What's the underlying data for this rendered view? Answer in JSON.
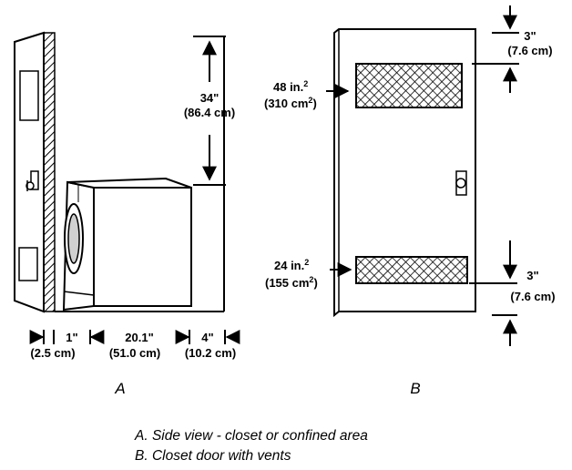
{
  "figure_a": {
    "label": "A",
    "height": {
      "imperial": "34\"",
      "metric": "(86.4 cm)"
    },
    "side_gap": {
      "imperial": "1\"",
      "metric": "(2.5 cm)"
    },
    "dryer_depth": {
      "imperial": "20.1\"",
      "metric": "(51.0 cm)"
    },
    "rear_gap": {
      "imperial": "4\"",
      "metric": "(10.2 cm)"
    }
  },
  "figure_b": {
    "label": "B",
    "top_vent": {
      "area": "48 in.",
      "area_sup": "2",
      "metric": "(310 cm",
      "metric_sup": "2",
      "metric_close": ")"
    },
    "bottom_vent": {
      "area": "24 in.",
      "area_sup": "2",
      "metric": "(155 cm",
      "metric_sup": "2",
      "metric_close": ")"
    },
    "top_clearance": {
      "imperial": "3\"",
      "metric": "(7.6 cm)"
    },
    "bottom_clearance": {
      "imperial": "3\"",
      "metric": "(7.6 cm)"
    }
  },
  "captions": {
    "a": "A. Side view - closet or confined area",
    "b": "B. Closet door with vents"
  }
}
